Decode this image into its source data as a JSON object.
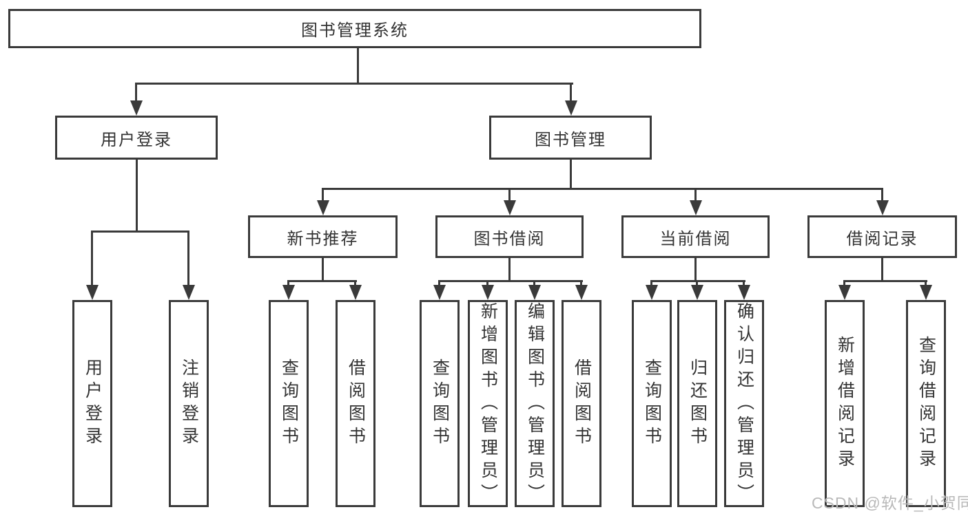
{
  "colors": {
    "background": "#ffffff",
    "line": "#3a3a3a",
    "box_border": "#3a3a3a",
    "box_background": "#ffffff",
    "text": "#333333",
    "watermark": "#b9b9b9"
  },
  "watermark": {
    "text": "CSDN @软件_小贺同学"
  },
  "diagram": {
    "type": "tree",
    "root": {
      "label": "图书管理系统"
    },
    "level2": {
      "user_login": {
        "label": "用户登录"
      },
      "book_mgmt": {
        "label": "图书管理"
      }
    },
    "level3": {
      "new_book_rec": {
        "label": "新书推荐"
      },
      "book_borrow": {
        "label": "图书借阅"
      },
      "current_borrow": {
        "label": "当前借阅"
      },
      "borrow_records": {
        "label": "借阅记录"
      }
    },
    "leaves": {
      "user_login_leaf": {
        "label": "用户登录",
        "parent": "用户登录"
      },
      "logout": {
        "label": "注销登录",
        "parent": "用户登录"
      },
      "nbr_query_books": {
        "label": "查询图书",
        "parent": "新书推荐"
      },
      "nbr_borrow_books": {
        "label": "借阅图书",
        "parent": "新书推荐"
      },
      "bb_query_books": {
        "label": "查询图书",
        "parent": "图书借阅"
      },
      "bb_add_books": {
        "label": "新增图书（管理员）",
        "parent": "图书借阅"
      },
      "bb_edit_books": {
        "label": "编辑图书（管理员）",
        "parent": "图书借阅"
      },
      "bb_borrow_books": {
        "label": "借阅图书",
        "parent": "图书借阅"
      },
      "cb_query_books": {
        "label": "查询图书",
        "parent": "当前借阅"
      },
      "cb_return_books": {
        "label": "归还图书",
        "parent": "当前借阅"
      },
      "cb_confirm_return": {
        "label": "确认归还（管理员）",
        "parent": "当前借阅"
      },
      "br_add_record": {
        "label": "新增借阅记录",
        "parent": "借阅记录"
      },
      "br_query_record": {
        "label": "查询借阅记录",
        "parent": "借阅记录"
      }
    }
  }
}
